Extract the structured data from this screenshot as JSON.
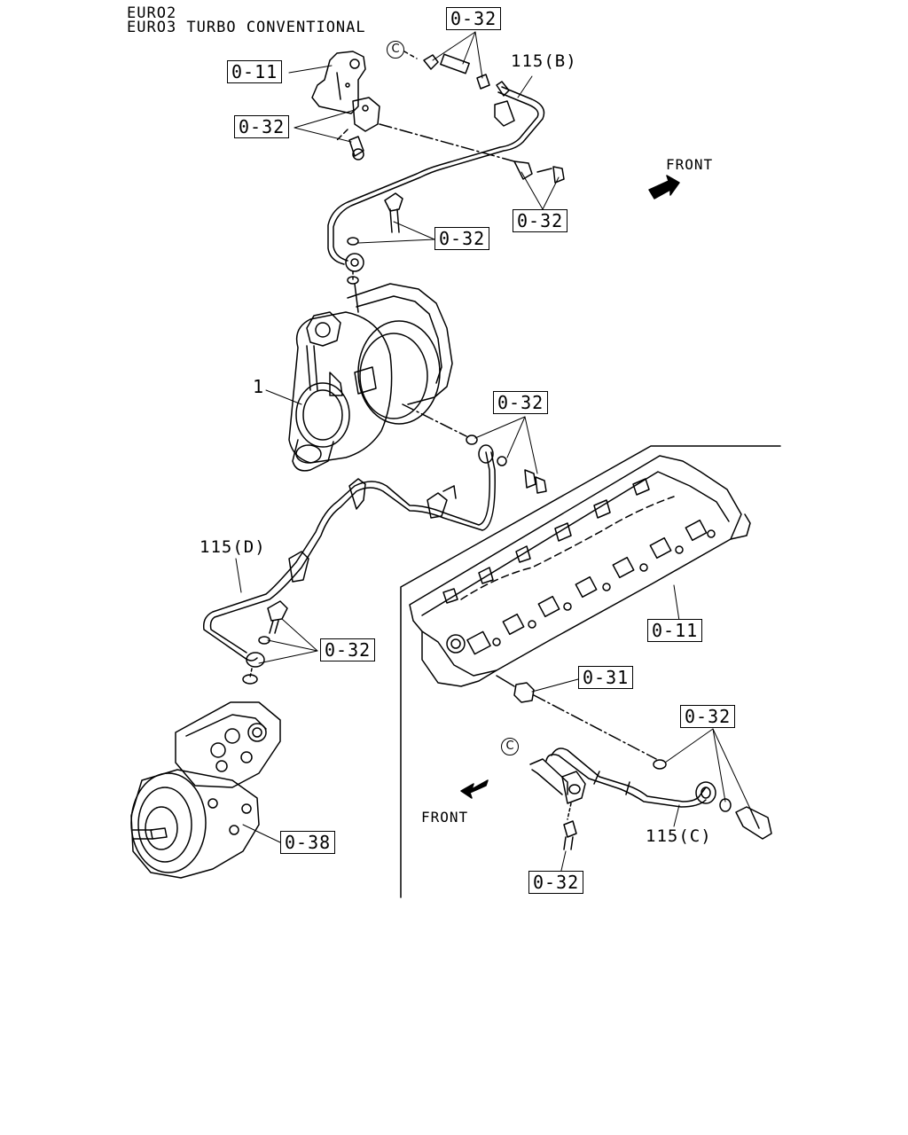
{
  "header": {
    "line1": "EURO2",
    "line2": "EURO3 TURBO CONVENTIONAL"
  },
  "callouts": {
    "top_hose_clamp": "0-32",
    "bracket_top": "0-11",
    "bracket_bolts": "0-32",
    "clip_right": "0-32",
    "eye_bolt_top": "0-32",
    "turbo_oil_return": "0-32",
    "compressor_bolt": "0-32",
    "cylinder_head": "0-11",
    "adapter": "0-31",
    "pipe_c_bolt": "0-32",
    "pipe_c_clamp": "0-32",
    "air_compressor": "0-38"
  },
  "labels": {
    "pipe_b": "115(B)",
    "pipe_d": "115(D)",
    "pipe_c": "115(C)",
    "turbo": "1",
    "front_top": "FRONT",
    "front_bottom": "FRONT",
    "common_mark_top": "C",
    "common_mark_bottom": "C"
  }
}
